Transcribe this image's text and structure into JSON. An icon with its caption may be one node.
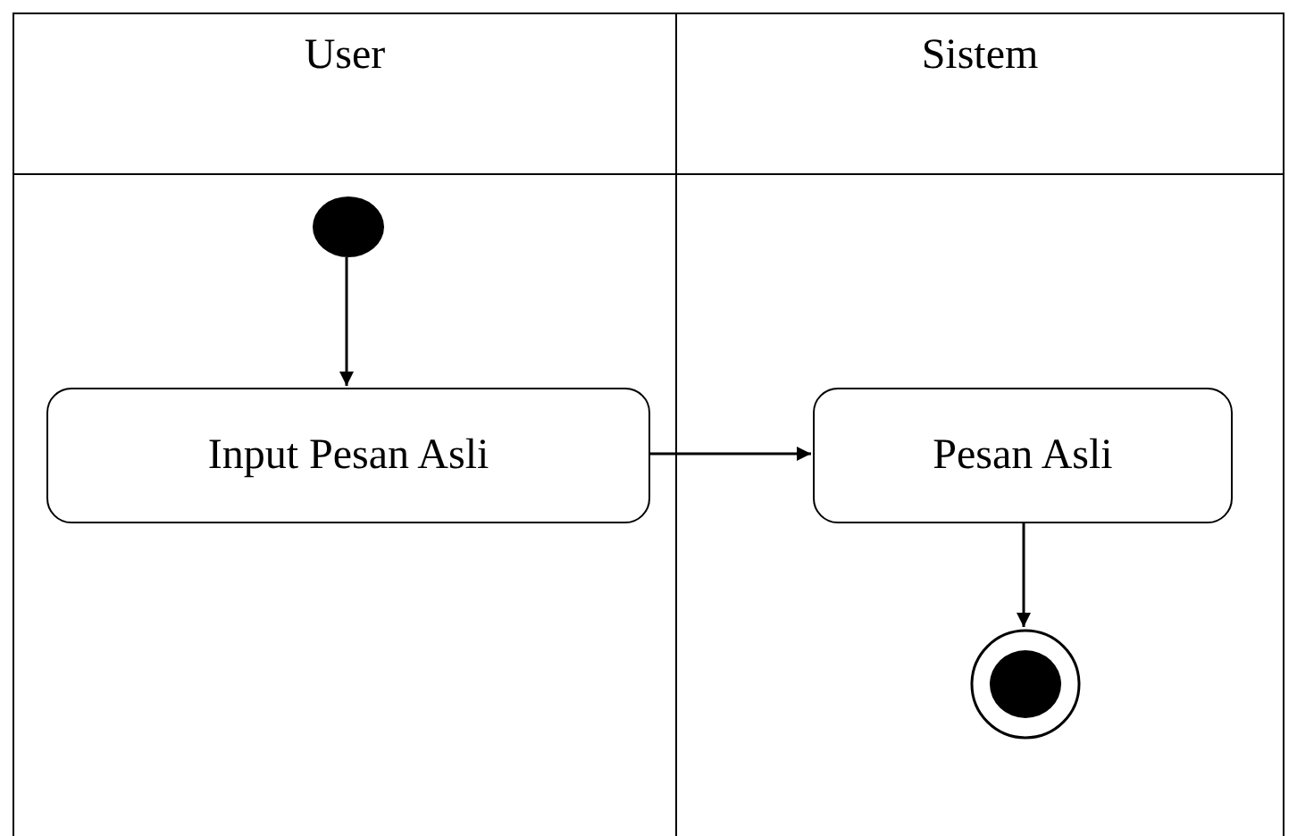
{
  "diagram": {
    "nodes": [
      {
        "text": [
          "User"
        ]
      },
      {
        "text": [
          "Sistem"
        ]
      },
      {
        "text": [],
        "shape": "circle",
        "in": 0
      },
      {
        "text": [
          "Input Pesan Asli"
        ],
        "in": 0
      },
      {
        "text": [
          "Pesan Asli"
        ],
        "in": 1
      },
      {
        "text": [],
        "shape": "circle",
        "in": 1
      }
    ],
    "edges": [
      {
        "from": 2,
        "to": 3,
        "arrow": "to"
      },
      {
        "from": 3,
        "to": 4,
        "arrow": "to"
      },
      {
        "from": 4,
        "to": 5,
        "arrow": "to"
      }
    ]
  }
}
